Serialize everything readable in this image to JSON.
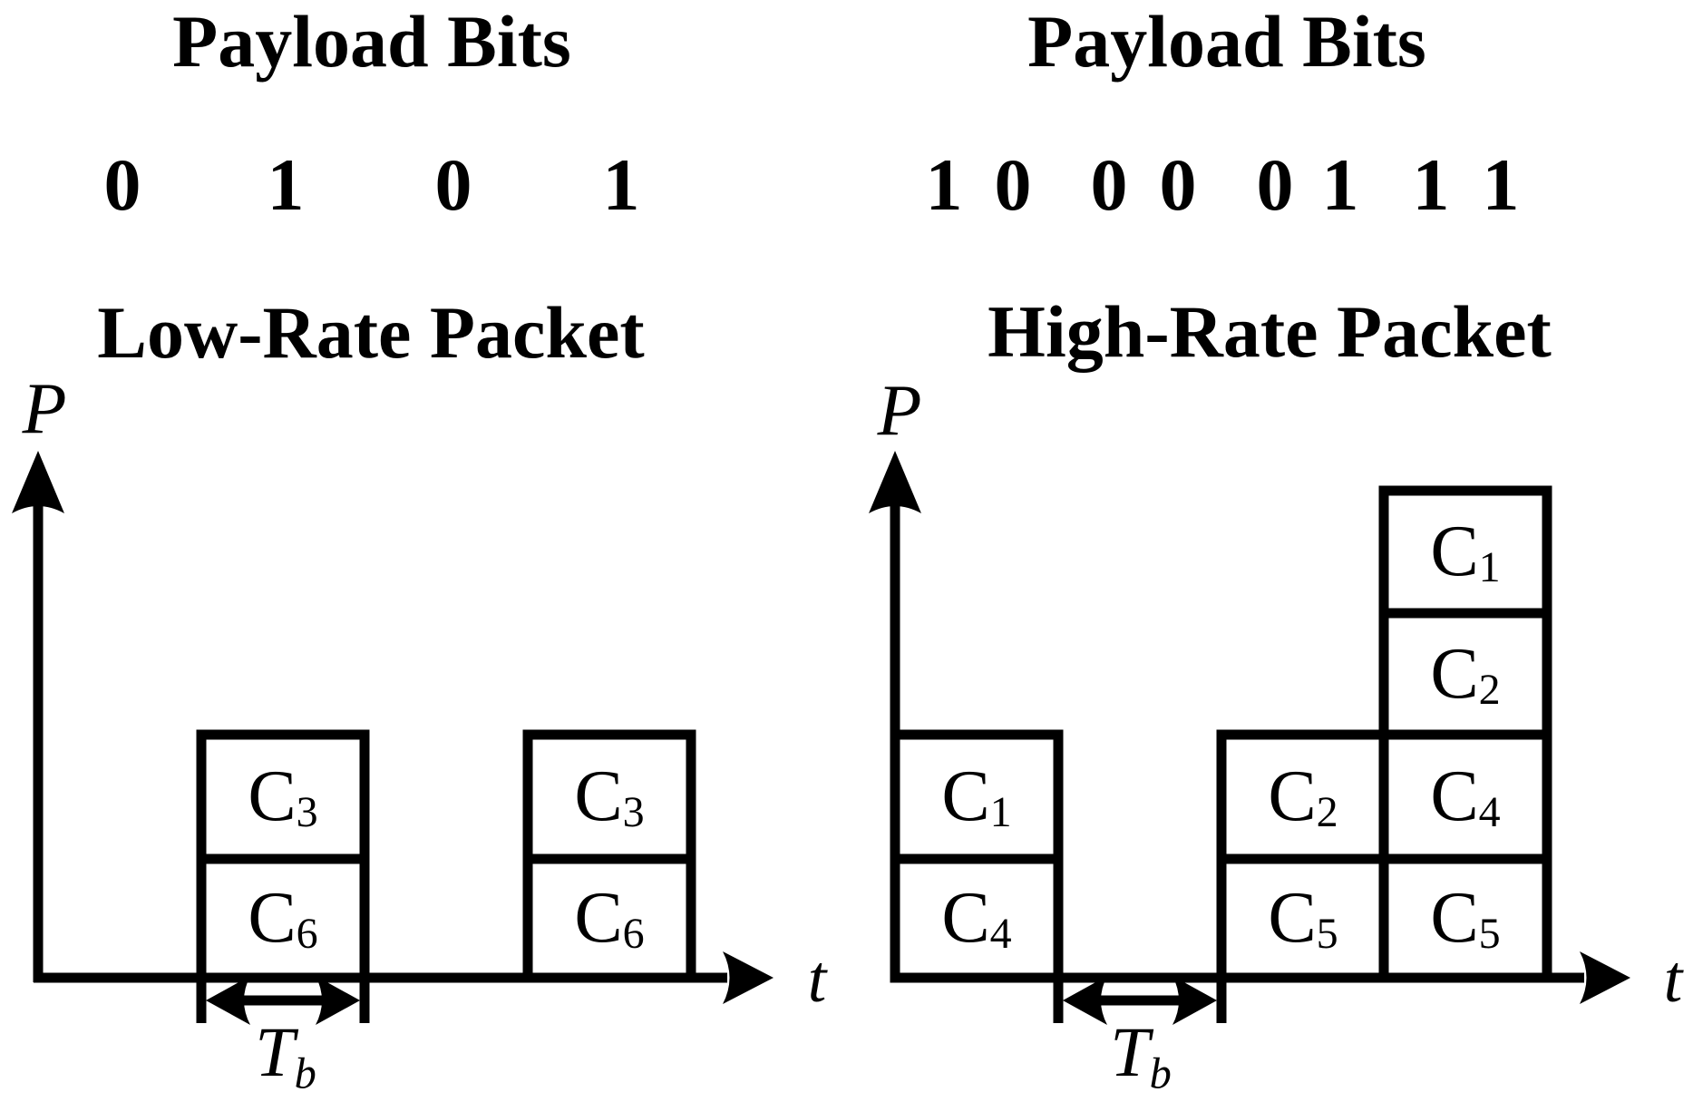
{
  "colors": {
    "ink": "#000000",
    "background": "#ffffff"
  },
  "left": {
    "title": "Payload Bits",
    "bits": [
      "0",
      "1",
      "0",
      "1"
    ],
    "subtitle": "Low-Rate Packet",
    "y_axis_label": "P",
    "x_axis_label": "t",
    "tb": {
      "base": "T",
      "sub": "b"
    },
    "columns": [
      {
        "cells": [
          {
            "base": "C",
            "sub": "3"
          },
          {
            "base": "C",
            "sub": "6"
          }
        ]
      },
      {
        "cells": [
          {
            "base": "C",
            "sub": "3"
          },
          {
            "base": "C",
            "sub": "6"
          }
        ]
      }
    ]
  },
  "right": {
    "title": "Payload Bits",
    "bits": [
      "1",
      "0",
      "0",
      "0",
      "0",
      "1",
      "1",
      "1"
    ],
    "subtitle": "High-Rate Packet",
    "y_axis_label": "P",
    "x_axis_label": "t",
    "tb": {
      "base": "T",
      "sub": "b"
    },
    "columns": [
      {
        "cells": [
          {
            "base": "C",
            "sub": "1"
          },
          {
            "base": "C",
            "sub": "4"
          }
        ]
      },
      {
        "cells": [
          {
            "base": "C",
            "sub": "2"
          },
          {
            "base": "C",
            "sub": "5"
          }
        ]
      },
      {
        "cells": [
          {
            "base": "C",
            "sub": "1"
          },
          {
            "base": "C",
            "sub": "2"
          },
          {
            "base": "C",
            "sub": "4"
          },
          {
            "base": "C",
            "sub": "5"
          }
        ]
      }
    ]
  }
}
